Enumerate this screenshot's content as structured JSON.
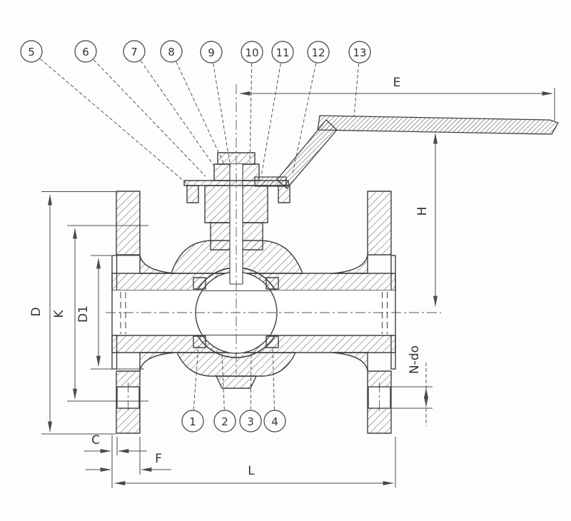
{
  "drawing": {
    "callouts": {
      "top": [
        "5",
        "6",
        "7",
        "8",
        "9",
        "10",
        "11",
        "12",
        "13"
      ],
      "bottom": [
        "1",
        "2",
        "3",
        "4"
      ]
    },
    "dimensions": {
      "E": "E",
      "H": "H",
      "D": "D",
      "K": "K",
      "D1": "D1",
      "N_do": "N-do",
      "C": "C",
      "F": "F",
      "L": "L"
    },
    "colors": {
      "line": "#3f3f3f",
      "hatch": "#5f5f5f",
      "dim": "#4a4a4a",
      "background": "#fdfdfd"
    }
  }
}
